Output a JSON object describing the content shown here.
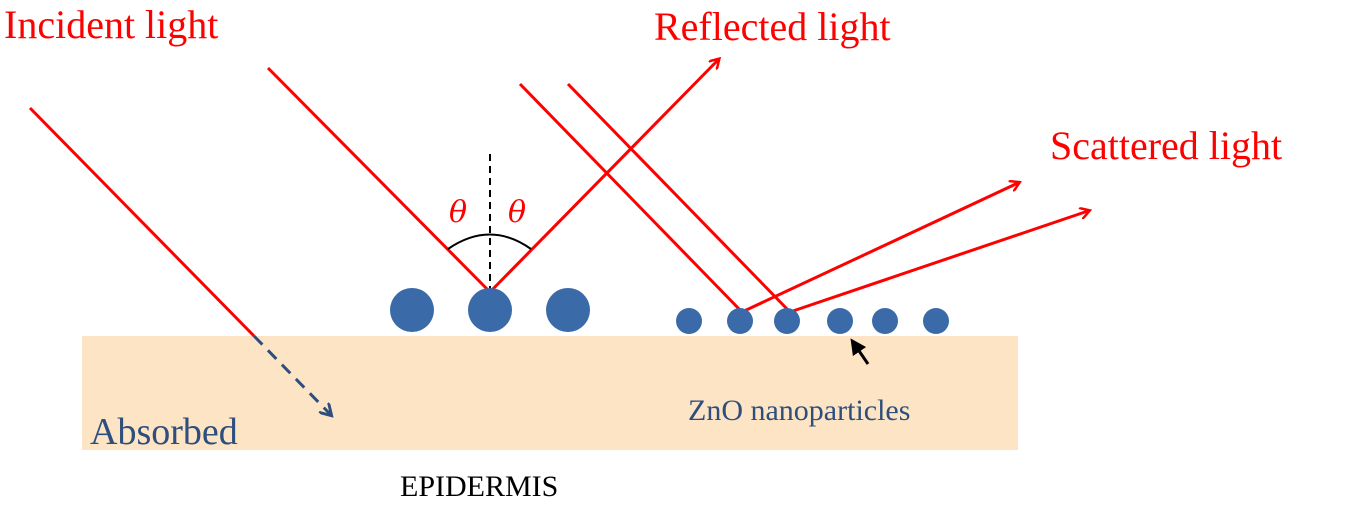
{
  "labels": {
    "incident": "Incident light",
    "reflected": "Reflected light",
    "scattered": "Scattered light",
    "theta_left": "θ",
    "theta_right": "θ",
    "absorbed": "Absorbed",
    "zno": "ZnO nanoparticles",
    "epidermis": "EPIDERMIS"
  },
  "colors": {
    "ray": "#ff0000",
    "particle": "#3a6aa8",
    "skin": "#fce4c4",
    "absorbed_text": "#2e4e7e",
    "absorbed_arrow": "#2e4e7e"
  }
}
